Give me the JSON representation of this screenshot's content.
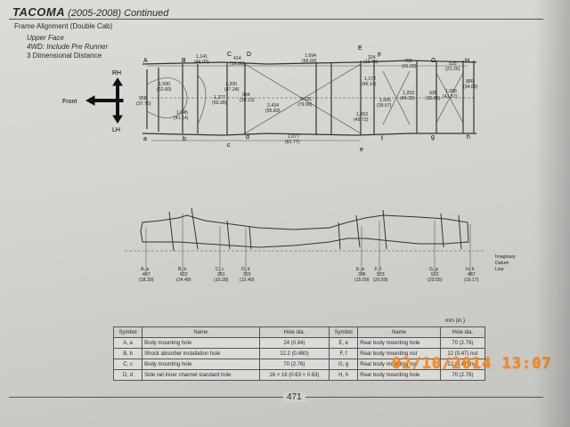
{
  "header": {
    "model": "TACOMA",
    "years": "(2005-2008)",
    "continued": "Continued",
    "subtitle": "Frame Alignment (Double Cab)"
  },
  "labels": {
    "upper_face": "Upper Face",
    "drive_note": "4WD: Include Pre Runner",
    "dimension_note": "3 Dimensional Distance"
  },
  "directions": {
    "rh": "RH",
    "lh": "LH",
    "front": "Front"
  },
  "top_points": [
    "A",
    "B",
    "C",
    "D",
    "E",
    "F",
    "G",
    "H"
  ],
  "bottom_points": [
    "a",
    "b",
    "c",
    "d",
    "e",
    "f",
    "g",
    "h"
  ],
  "top_dims": [
    {
      "mm": "1,141",
      "in": "(44.92)"
    },
    {
      "mm": "414",
      "in": "(16.30)"
    },
    {
      "mm": "1,694",
      "in": "(66.69)"
    },
    {
      "mm": "324",
      "in": "(12.76)"
    },
    {
      "mm": "793",
      "in": "(31.22)"
    },
    {
      "mm": "525",
      "in": "(21.26)"
    },
    {
      "mm": "880",
      "in": "(34.65)"
    }
  ],
  "mid_dims": [
    {
      "mm": "958",
      "in": "(37.76)"
    },
    {
      "mm": "1,590",
      "in": "(62.60)"
    },
    {
      "mm": "1,200",
      "in": "(47.24)"
    },
    {
      "mm": "1,277",
      "in": "(50.28)"
    },
    {
      "mm": "994",
      "in": "(39.13)"
    },
    {
      "mm": "2,434",
      "in": "(95.83)"
    },
    {
      "mm": "2,031",
      "in": "(79.96)"
    },
    {
      "mm": "1,172",
      "in": "(46.14)"
    },
    {
      "mm": "1,005",
      "in": "(39.57)"
    },
    {
      "mm": "1,253",
      "in": "(49.33)"
    },
    {
      "mm": "936",
      "in": "(36.85)"
    },
    {
      "mm": "1,056",
      "in": "(41.57)"
    },
    {
      "mm": "1,045",
      "in": "(41.14)"
    },
    {
      "mm": "1,263",
      "in": "(49.72)"
    }
  ],
  "bottom_dim": {
    "mm": "2,077",
    "in": "(81.77)"
  },
  "side_dims": [
    {
      "label": "A, a",
      "mm": "467",
      "in": "(18.39)"
    },
    {
      "label": "B, b",
      "mm": "622",
      "in": "(24.49)"
    },
    {
      "label": "C, c",
      "mm": "261",
      "in": "(10.28)"
    },
    {
      "label": "D, d",
      "mm": "315",
      "in": "(12.40)"
    },
    {
      "label": "E, e",
      "mm": "396",
      "in": "(15.59)"
    },
    {
      "label": "F, f",
      "mm": "523",
      "in": "(20.59)"
    },
    {
      "label": "G, g",
      "mm": "522",
      "in": "(20.55)"
    },
    {
      "label": "H, h",
      "mm": "487",
      "in": "(19.17)"
    }
  ],
  "datum": {
    "l1": "Imaginary",
    "l2": "Datum",
    "l3": "Line"
  },
  "units": "mm (in.)",
  "table": {
    "headers": [
      "Symbol",
      "Name",
      "Hole dia.",
      "Symbol",
      "Name",
      "Hole dia."
    ],
    "rows": [
      [
        "A, a",
        "Body mounting hole",
        "24 (0.94)",
        "E, e",
        "Rear body mounting hole",
        "70 (2.76)"
      ],
      [
        "B, b",
        "Shock absorber installation hole",
        "12.2 (0.480)",
        "F, f",
        "Rear body mounting nut",
        "12 (0.47) nut"
      ],
      [
        "C, c",
        "Body mounting hole",
        "70 (2.76)",
        "G, g",
        "Rear body mounting nut",
        "12 (0.47) nut"
      ],
      [
        "D, d",
        "Side rail inner channel standard hole",
        "16 × 16 (0.63 × 0.63)",
        "H, h",
        "Rear body mounting hole",
        "70 (2.76)"
      ]
    ]
  },
  "page_number": "471",
  "timestamp": "02/10/2014  13:07"
}
